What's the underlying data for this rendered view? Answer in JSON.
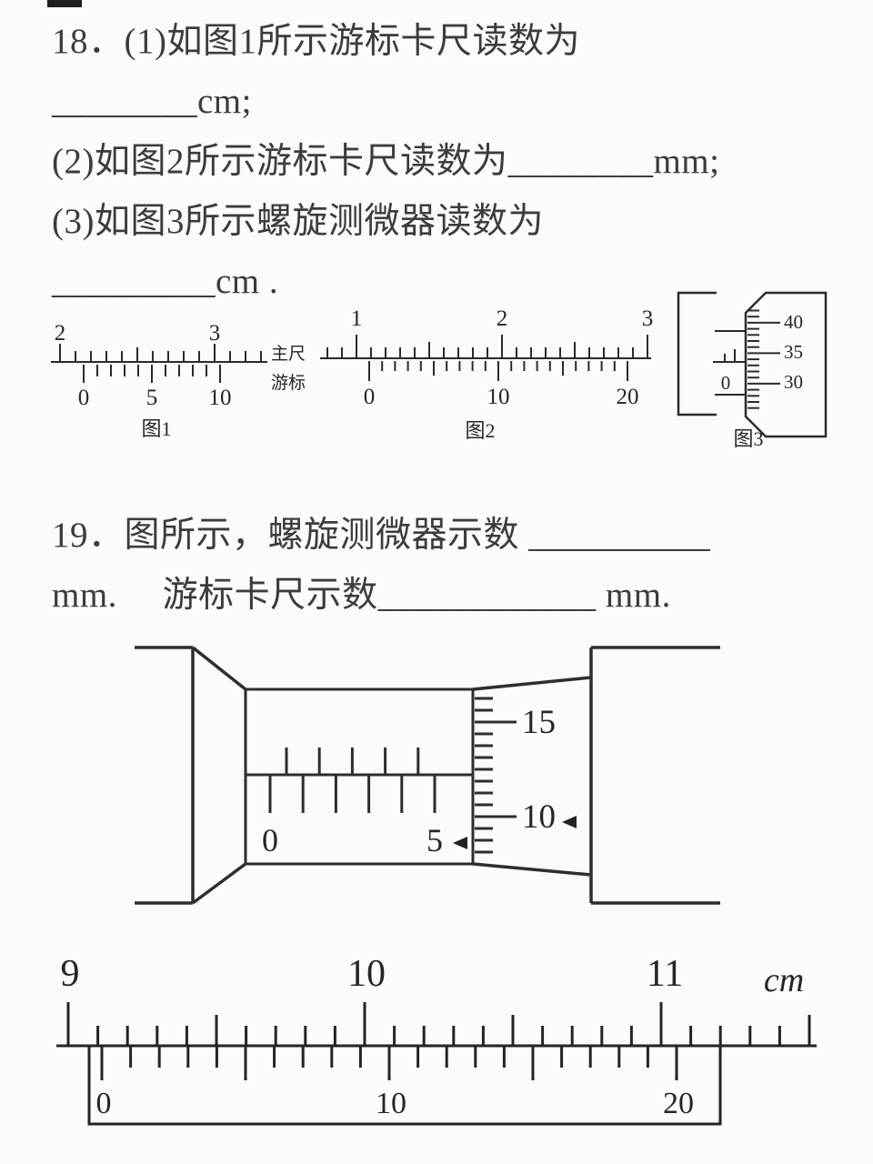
{
  "q18": {
    "lines": [
      "18．(1)如图1所示游标卡尺读数为",
      "________cm;",
      "(2)如图2所示游标卡尺读数为________mm;",
      "(3)如图3所示螺旋测微器读数为",
      "_________cm ."
    ]
  },
  "q19": {
    "lines": [
      "19．图所示，螺旋测微器示数 __________",
      "mm.　 游标卡尺示数____________ mm."
    ]
  },
  "fig1": {
    "caption": "图1",
    "main_scale_label": "主尺",
    "vernier_scale_label": "游标",
    "main_numbers": [
      "2",
      "3"
    ],
    "vernier_numbers": [
      "0",
      "5",
      "10"
    ]
  },
  "fig2": {
    "caption": "图2",
    "main_numbers": [
      "1",
      "2",
      "3"
    ],
    "vernier_numbers": [
      "0",
      "10",
      "20"
    ]
  },
  "fig3": {
    "caption": "图3",
    "sleeve_number": "0",
    "thimble_numbers": [
      "40",
      "35",
      "30"
    ]
  },
  "micrometer19": {
    "sleeve_numbers": [
      "0",
      "5"
    ],
    "thimble_numbers": [
      "15",
      "10"
    ]
  },
  "caliper19": {
    "unit_label": "cm",
    "main_numbers": [
      "9",
      "10",
      "11"
    ],
    "vernier_numbers": [
      "0",
      "10",
      "20"
    ]
  }
}
